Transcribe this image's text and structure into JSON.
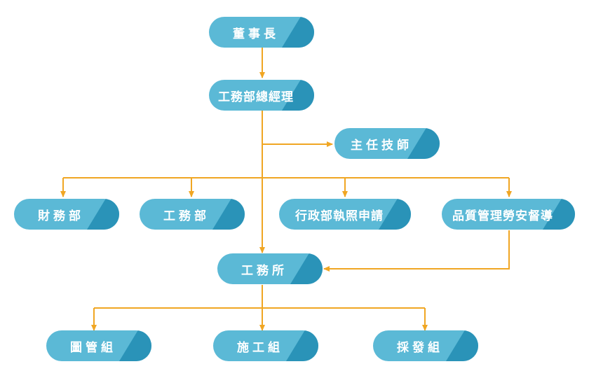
{
  "nodes": {
    "chairman": "董事長",
    "gm": "工務部總經理",
    "engineer": "主任技師",
    "finance": "財務部",
    "works_dept": "工務部",
    "admin": "行政部執照申請",
    "quality": "品質管理勞安督導",
    "works_office": "工務所",
    "drawing": "圖管組",
    "construction": "施工組",
    "procurement": "採發組"
  },
  "colors": {
    "node_fill": "#5bb9d6",
    "node_accent": "#2a93b8",
    "connector": "#f0a623",
    "text": "#ffffff"
  }
}
